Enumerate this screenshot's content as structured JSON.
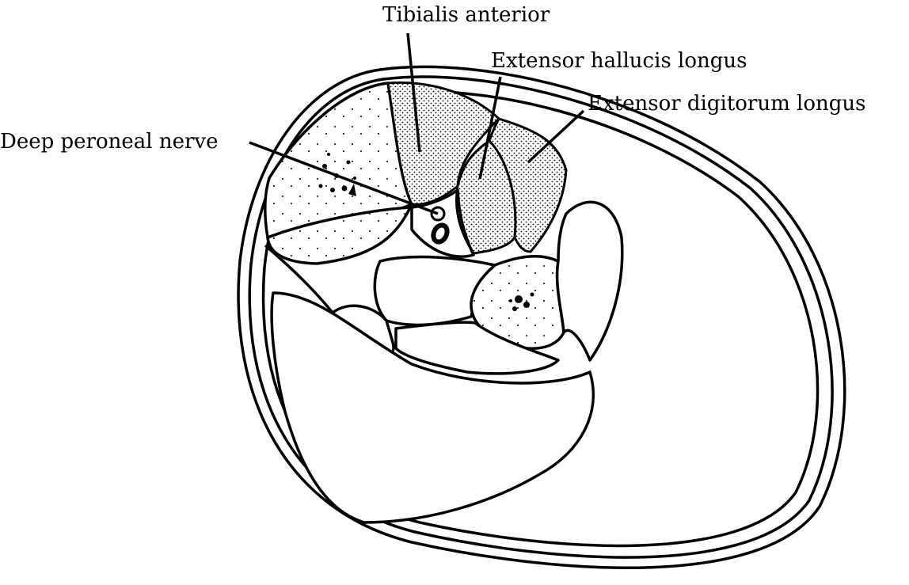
{
  "title": "Cross-section of the leg, anterior compartment",
  "labels": {
    "tibialis_anterior": "Tibialis anterior",
    "extensor_hallucis_longus": "Extensor hallucis longus",
    "extensor_digitorum_longus": "Extensor digitorum longus",
    "deep_peroneal_nerve": "Deep peroneal nerve"
  }
}
